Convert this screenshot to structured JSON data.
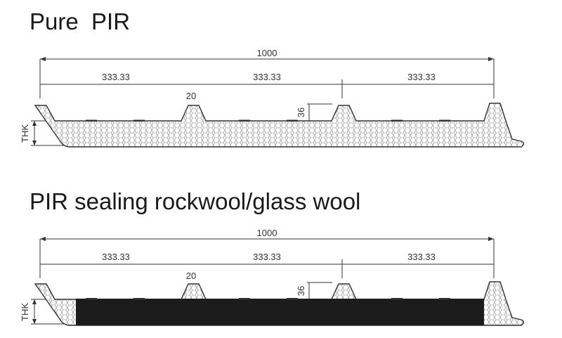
{
  "diagrams": [
    {
      "title": "Pure  PIR",
      "total_width": "1000",
      "segments": [
        "333.33",
        "333.33",
        "333.33"
      ],
      "rib_width": "20",
      "rib_height": "36",
      "thickness_label": "THK",
      "core": "PIR"
    },
    {
      "title": "PIR sealing rockwool/glass wool",
      "total_width": "1000",
      "segments": [
        "333.33",
        "333.33",
        "333.33"
      ],
      "rib_width": "20",
      "rib_height": "36",
      "thickness_label": "THK",
      "core": "rockwool/glass wool",
      "core_color": "#1c1c1c"
    }
  ],
  "colors": {
    "line": "#333333",
    "honeycomb": "#777777",
    "dark_core": "#1c1c1c"
  }
}
